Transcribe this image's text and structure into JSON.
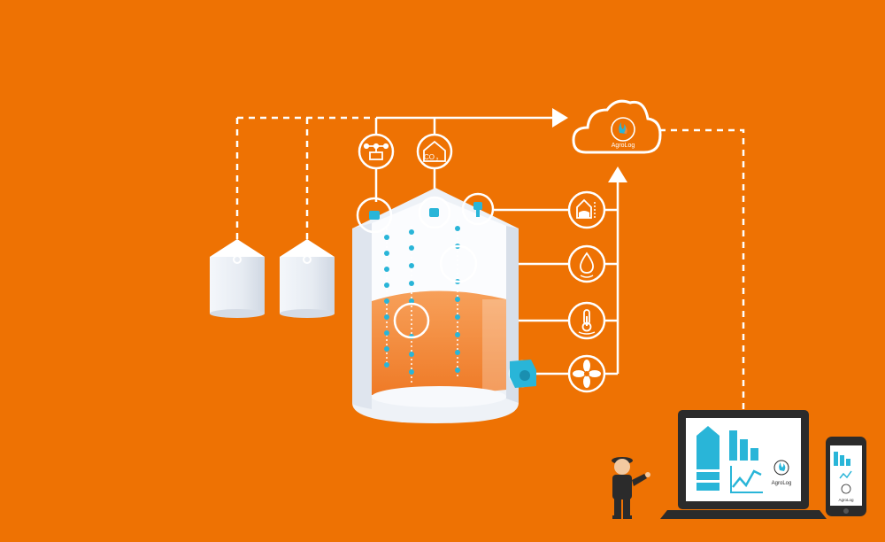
{
  "diagram": {
    "cloud_label": "AgroLog",
    "laptop_brand": "AgroLog",
    "phone_brand": "AgroLog",
    "co2_label": "CO",
    "co2_subscript": "2",
    "colors": {
      "background": "#ee7203",
      "line": "#ffffff",
      "sensor": "#29b5d8",
      "grain": "#f5883a",
      "silo": "#e9eef5",
      "dark": "#2b2b2b"
    },
    "icons": [
      "cloud-icon",
      "weather-station-icon",
      "co2-sensor-icon",
      "level-sensor-icon",
      "moisture-icon",
      "temperature-icon",
      "fan-icon",
      "person-icon",
      "laptop-icon",
      "smartphone-icon"
    ]
  }
}
